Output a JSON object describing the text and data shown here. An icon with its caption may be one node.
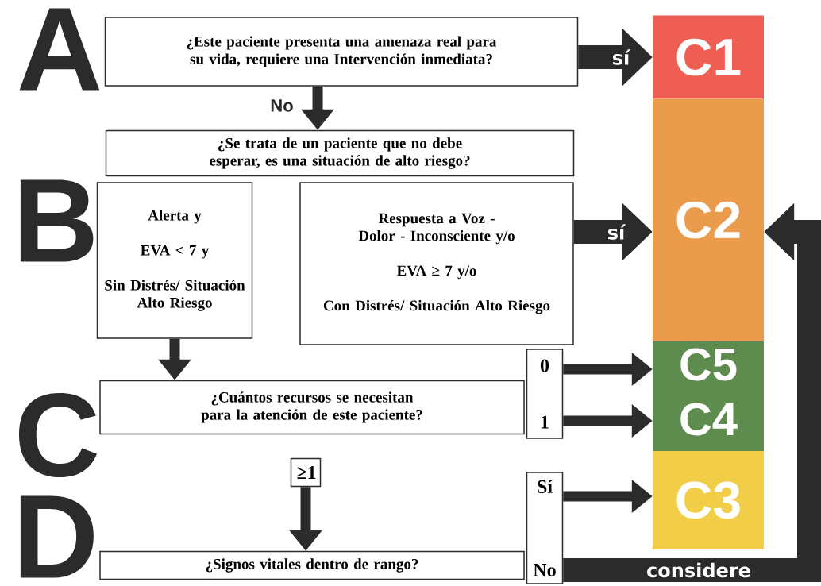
{
  "diagram": {
    "nodes": [
      {
        "text": [
          "¿Este paciente presenta una amenaza real para su vida, requiere una Intervención inmediata?"
        ]
      },
      {
        "text": [
          "¿Se trata de un paciente que no debe esperar, es una situación de alto riesgo?"
        ]
      },
      {
        "text": [
          "Alerta y",
          "EVA < 7 y",
          "Sin Distrés/ Situación Alto Riesgo"
        ]
      },
      {
        "text": [
          "Respuesta a Voz - Dolor - Inconsciente y/o",
          "EVA ≥ 7 y/o",
          "Con Distrés/ Situación Alto Riesgo"
        ]
      },
      {
        "text": [
          "¿Cuántos recursos se necesitan para la atención de este paciente?"
        ]
      },
      {
        "text": [
          "0",
          "1"
        ]
      },
      {
        "text": [
          "≥1"
        ]
      },
      {
        "text": [
          "¿Signos vitales dentro de rango?"
        ]
      },
      {
        "text": [
          "Sí",
          "No"
        ]
      },
      {
        "text": [
          "C1"
        ]
      },
      {
        "text": [
          "C2"
        ]
      },
      {
        "text": [
          "C5"
        ]
      },
      {
        "text": [
          "C4"
        ]
      },
      {
        "text": [
          "C3"
        ]
      }
    ],
    "edges": [
      {
        "from": 0,
        "to": 1,
        "arrow": "to",
        "label": "No"
      },
      {
        "from": 0,
        "to": 9,
        "arrow": "to",
        "label": "sí",
        "style": "thick"
      },
      {
        "from": 3,
        "to": 10,
        "arrow": "to",
        "label": "sí",
        "style": "thick"
      },
      {
        "from": 2,
        "to": 4,
        "arrow": "to"
      },
      {
        "from": 5,
        "to": 11,
        "arrow": "to"
      },
      {
        "from": 5,
        "to": 12,
        "arrow": "to"
      },
      {
        "from": 6,
        "to": 7,
        "arrow": "to"
      },
      {
        "from": 8,
        "to": 13,
        "arrow": "to"
      },
      {
        "from": 8,
        "to": 10,
        "arrow": "to",
        "label": "considere",
        "style": "thick"
      }
    ],
    "labels": [
      "A",
      "B",
      "C",
      "D"
    ]
  }
}
